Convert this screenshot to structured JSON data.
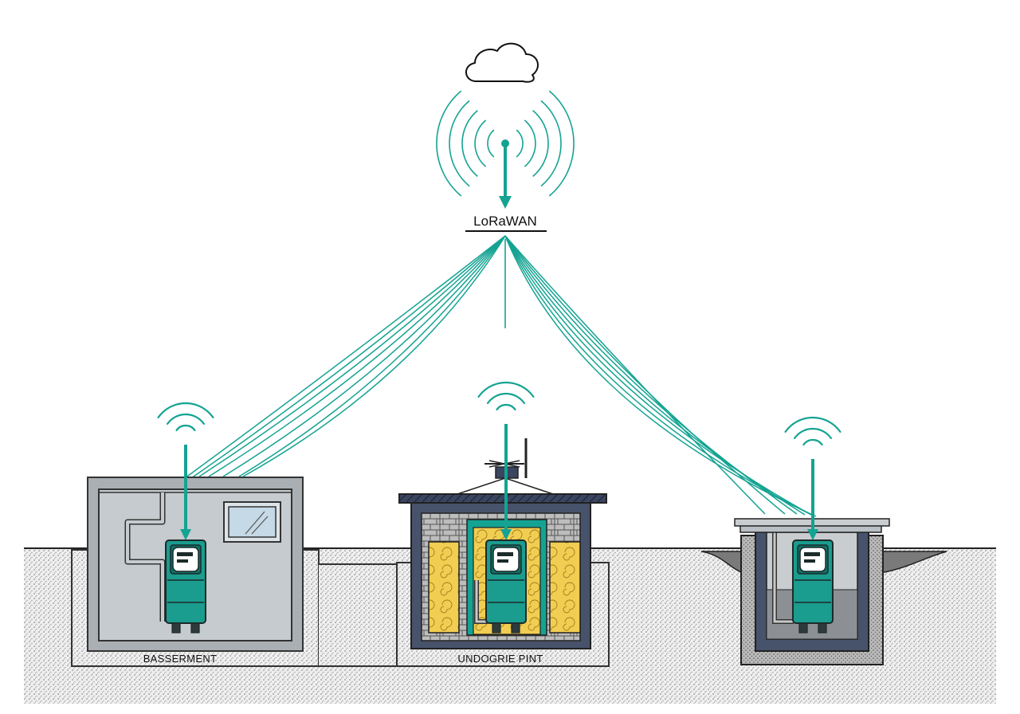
{
  "network": {
    "label": "LoRaWAN"
  },
  "sites": [
    {
      "label": "BASSERMENT"
    },
    {
      "label": "UNDOGRIE PINT"
    },
    {
      "label": ""
    }
  ],
  "colors": {
    "signal": "#14a392",
    "meter_body": "#1a9c8e",
    "meter_dark": "#0f6f66",
    "wall_gray": "#c3c8cc",
    "wall_dark": "#47526b",
    "insulation": "#f1cd52",
    "brick": "#b4b4b4",
    "ground": "#e4e4e4"
  },
  "icons": [
    "cloud-icon",
    "gateway-antenna-icon",
    "wifi-signal-icon",
    "smart-meter-icon"
  ]
}
